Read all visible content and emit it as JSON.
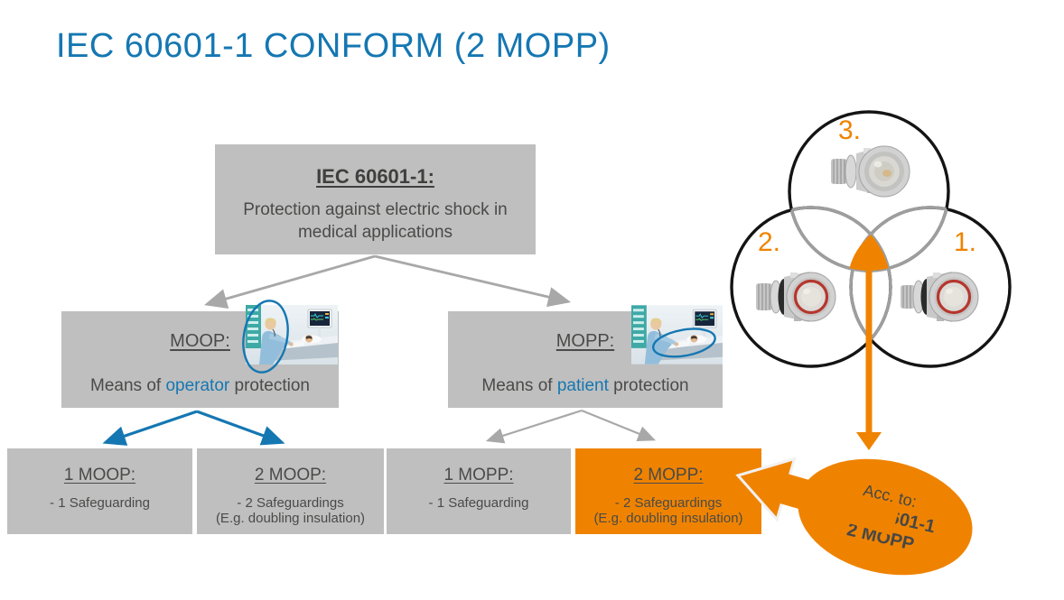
{
  "title": "IEC 60601-1 CONFORM (2 MOPP)",
  "colors": {
    "accent_blue": "#1577B2",
    "accent_orange": "#EF8300",
    "box_gray": "#BFBFBF",
    "text_dark": "#4A4A49",
    "arrow_gray": "#A8A8A8"
  },
  "flowchart": {
    "root": {
      "heading": "IEC 60601-1:",
      "body": "Protection against electric shock in medical applications"
    },
    "moop": {
      "heading": "MOOP:",
      "prefix": "Means of ",
      "highlight": "operator",
      "suffix": " protection"
    },
    "mopp": {
      "heading": "MOPP:",
      "prefix": "Means of ",
      "highlight": "patient",
      "suffix": " protection"
    },
    "leaves": [
      {
        "heading": "1 MOOP:",
        "line1": "- 1 Safeguarding",
        "line2": ""
      },
      {
        "heading": "2 MOOP:",
        "line1": "- 2 Safeguardings",
        "line2": "(E.g. doubling insulation)"
      },
      {
        "heading": "1 MOPP:",
        "line1": "- 1 Safeguarding",
        "line2": ""
      },
      {
        "heading": "2 MOPP:",
        "line1": "- 2 Safeguardings",
        "line2": "(E.g. doubling insulation)"
      }
    ]
  },
  "venn": {
    "label_1": "1.",
    "label_2": "2.",
    "label_3": "3."
  },
  "callout": {
    "line1": "Acc. to:",
    "line2": "IEC 60601-1",
    "line3": "2 MOPP"
  }
}
